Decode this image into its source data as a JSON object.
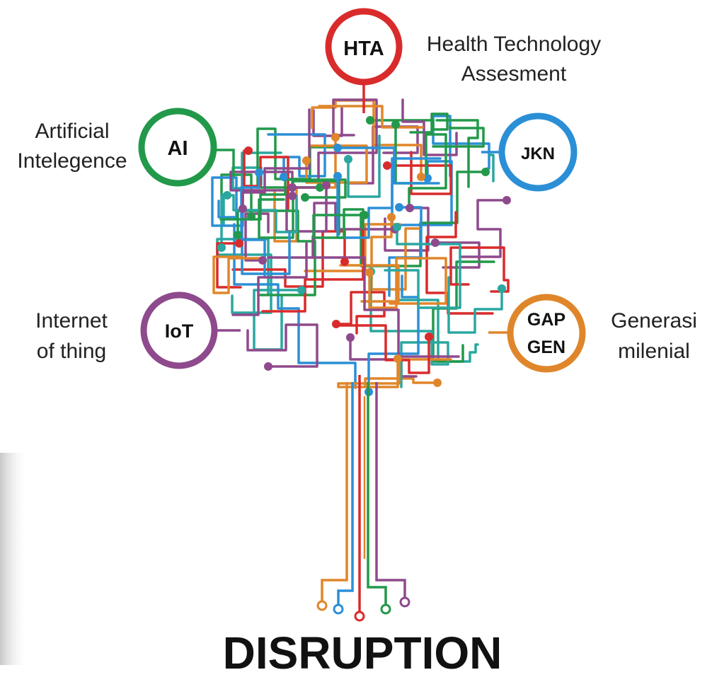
{
  "title": "DISRUPTION",
  "colors": {
    "red": "#d92b2b",
    "green": "#22994a",
    "blue": "#2b8fd6",
    "purple": "#8e4a8c",
    "orange": "#e0862a",
    "teal": "#2aa7a0"
  },
  "nodes": {
    "hta": {
      "label": "HTA",
      "desc1": "Health Technology",
      "desc2": "Assesment",
      "color": "#d92b2b"
    },
    "ai": {
      "label": "AI",
      "desc1": "Artificial",
      "desc2": "Intelegence",
      "color": "#22994a"
    },
    "jkn": {
      "label": "JKN",
      "color": "#2b8fd6"
    },
    "iot": {
      "label": "IoT",
      "desc1": "Internet",
      "desc2": "of thing",
      "color": "#8e4a8c"
    },
    "gap": {
      "label1": "GAP",
      "label2": "GEN",
      "desc1": "Generasi",
      "desc2": "milenial",
      "color": "#e0862a"
    }
  }
}
